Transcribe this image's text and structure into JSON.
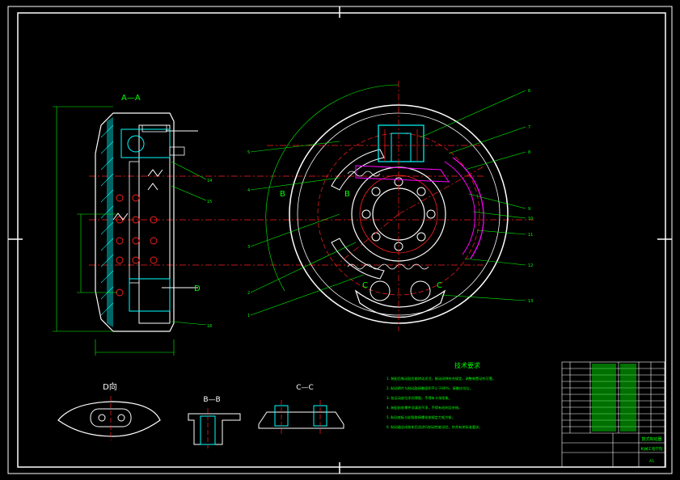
{
  "views": {
    "section_aa": "A—A",
    "view_b_top": "B",
    "view_b_mark": "B",
    "view_c_left": "C",
    "view_c_right": "C",
    "view_d_mark": "D",
    "d_view": "D向",
    "bb_view": "B—B",
    "cc_view": "C—C"
  },
  "part_numbers": {
    "right_top": [
      "6",
      "7",
      "8",
      "9",
      "10",
      "11",
      "12",
      "13"
    ],
    "left_mid": [
      "5",
      "4",
      "3",
      "2",
      "1"
    ],
    "section_side": [
      "14",
      "15",
      "16"
    ]
  },
  "notes": {
    "heading": "技术要求",
    "items": [
      "1. 装配后制动鼓应能转动灵活，制动间隙符合规定，调整装置动作可靠。",
      "2. 制动蹄片与制动鼓接触面积不小于80%，接触应均匀。",
      "3. 各运动部位涂润滑脂，不得有卡滞现象。",
      "4. 装配前各零件须清洗干净，不得有毛刺及杂物。",
      "5. 制动底板与轮毂联接螺栓按规定力矩拧紧。",
      "6. 制动器总成装车后须进行制动性能试验，符合有关标准要求。"
    ]
  },
  "title_block": {
    "drawing_name": "鼓式制动器",
    "school": "机械工程学院",
    "sheet": "A1"
  },
  "colors": {
    "background": "#000000",
    "frame": "#ffffff",
    "outline": "#ffffff",
    "centerline": "#ff2020",
    "dimension": "#00ff00",
    "hatch": "#00ffff",
    "part": "#ff00ff",
    "text": "#00ff00"
  }
}
